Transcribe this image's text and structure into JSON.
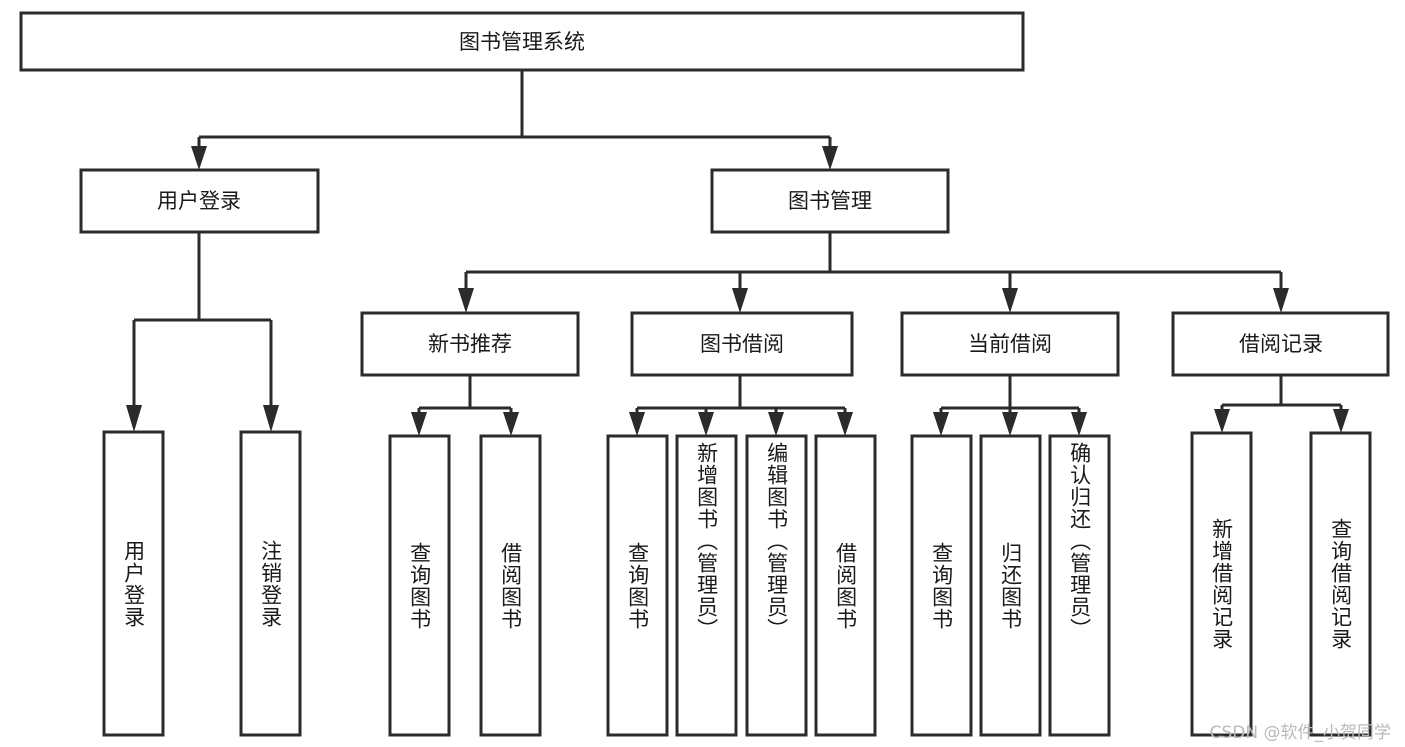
{
  "diagram": {
    "title": "图书管理系统",
    "type": "tree-hierarchy",
    "orientation": "top-down",
    "colors": {
      "box_stroke": "#2b2b2b",
      "box_fill": "#ffffff",
      "line": "#2b2b2b",
      "text": "#1a1a1a",
      "watermark": "#b9b9b9",
      "background": "#ffffff"
    },
    "root": {
      "label": "图书管理系统"
    },
    "level2": [
      {
        "label": "用户登录"
      },
      {
        "label": "图书管理"
      }
    ],
    "level3": [
      {
        "label": "新书推荐"
      },
      {
        "label": "图书借阅"
      },
      {
        "label": "当前借阅"
      },
      {
        "label": "借阅记录"
      }
    ],
    "leaves": {
      "user_login": [
        {
          "label": "用户登录"
        },
        {
          "label": "注销登录"
        }
      ],
      "new_book_recommend": [
        {
          "label": "查询图书"
        },
        {
          "label": "借阅图书"
        }
      ],
      "book_borrow": [
        {
          "label": "查询图书"
        },
        {
          "label": "新增图书（管理员）"
        },
        {
          "label": "编辑图书（管理员）"
        },
        {
          "label": "借阅图书"
        }
      ],
      "current_borrow": [
        {
          "label": "查询图书"
        },
        {
          "label": "归还图书"
        },
        {
          "label": "确认归还（管理员）"
        }
      ],
      "borrow_record": [
        {
          "label": "新增借阅记录"
        },
        {
          "label": "查询借阅记录"
        }
      ]
    },
    "watermark": "CSDN @软件_小贺同学"
  }
}
